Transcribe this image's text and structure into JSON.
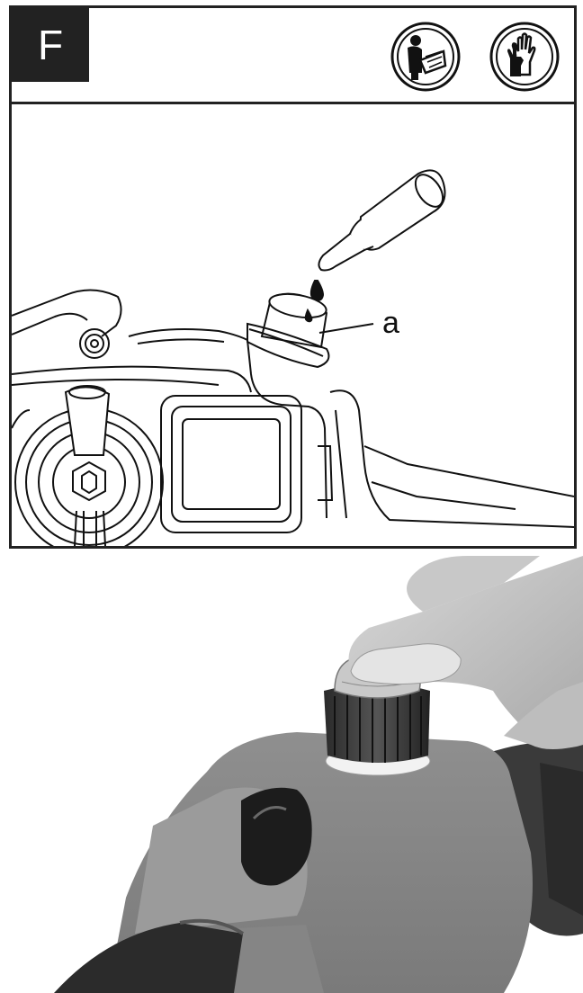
{
  "header": {
    "step_letter": "F",
    "icons": [
      "read-manual-icon",
      "wear-gloves-icon"
    ]
  },
  "illustration": {
    "callout_label": "a"
  },
  "photo": {
    "description_icon": "oil-cap-press-photo"
  }
}
